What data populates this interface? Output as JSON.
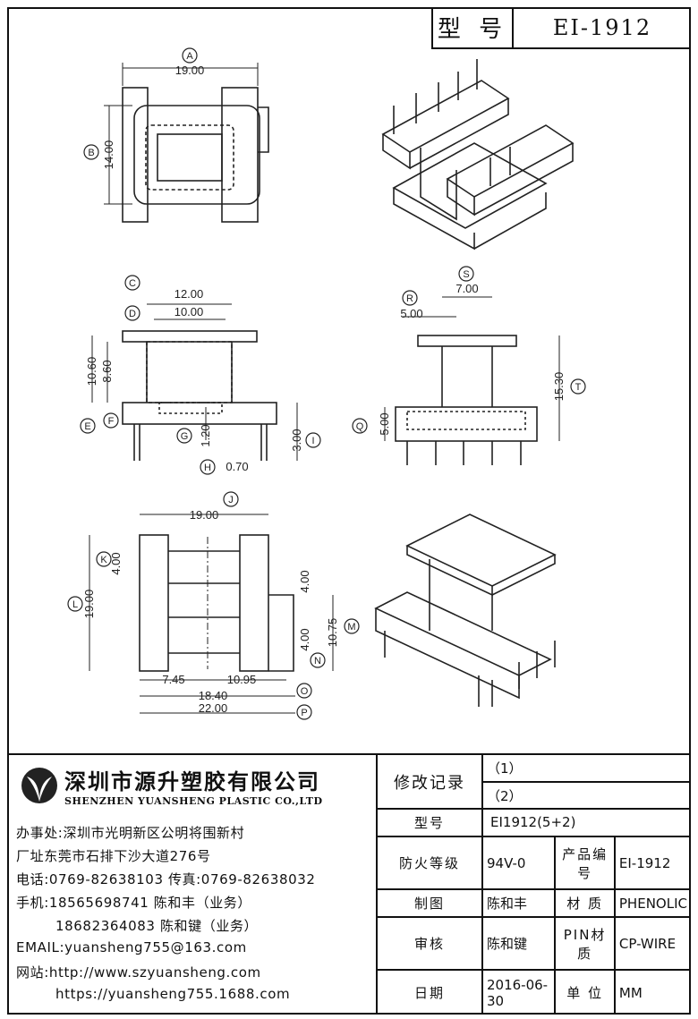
{
  "header": {
    "label": "型 号",
    "value": "EI-1912"
  },
  "dimensions": {
    "A": "19.00",
    "B": "14.00",
    "C": "12.00",
    "D": "10.00",
    "E_total": "10.60",
    "F": "8.60",
    "G": "1.20",
    "H": "0.70",
    "I": "3.00",
    "R": "5.00",
    "S": "7.00",
    "T": "15.30",
    "Q": "5.00",
    "J": "19.00",
    "K": "4.00",
    "L": "19.00",
    "M": "10.75",
    "pitch_a": "4.00",
    "pitch_b": "4.00",
    "w1": "7.45",
    "w2": "10.95",
    "N": "18.40",
    "O": "22.00"
  },
  "markers": [
    "A",
    "B",
    "C",
    "D",
    "E",
    "F",
    "G",
    "H",
    "I",
    "J",
    "K",
    "L",
    "M",
    "N",
    "O",
    "P",
    "Q",
    "R",
    "S",
    "T"
  ],
  "company": {
    "name_cn": "深圳市源升塑胶有限公司",
    "name_en": "SHENZHEN YUANSHENG PLASTIC CO.,LTD",
    "office": "办事处:深圳市光明新区公明将围新村",
    "factory": "厂址东莞市石排下沙大道276号",
    "phone": "电话:0769-82638103 传真:0769-82638032",
    "mobile1": "手机:18565698741 陈和丰（业务）",
    "mobile2": "18682364083 陈和键（业务）",
    "email": "EMAIL:yuansheng755@163.com",
    "web1": "网站:http://www.szyuansheng.com",
    "web2": "https://yuansheng755.1688.com"
  },
  "info": {
    "rev_label": "修改记录",
    "rev1": "（1）",
    "rev2": "（2）",
    "model_label": "型号",
    "model_value": "EI1912(5+2)",
    "fire_label": "防火等级",
    "fire_value": "94V-0",
    "code_label": "产品编号",
    "code_value": "EI-1912",
    "drawn_label": "制图",
    "drawn_value": "陈和丰",
    "material_label": "材 质",
    "material_value": "PHENOLIC",
    "review_label": "审核",
    "review_value": "陈和键",
    "pin_label": "PIN材 质",
    "pin_value": "CP-WIRE",
    "date_label": "日期",
    "date_value": "2016-06-30",
    "unit_label": "单 位",
    "unit_value": "MM"
  }
}
